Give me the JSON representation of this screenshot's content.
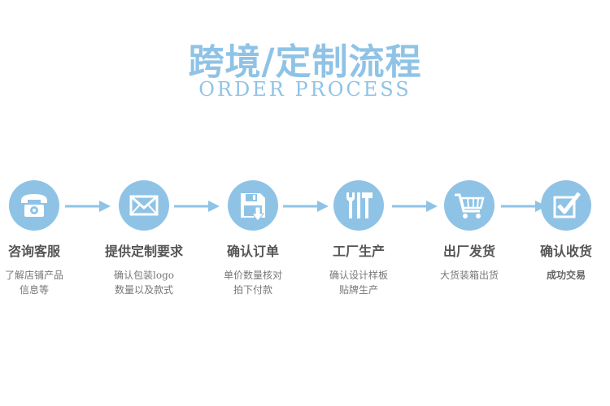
{
  "header": {
    "title": "跨境/定制流程",
    "subtitle": "ORDER PROCESS"
  },
  "steps": [
    {
      "icon": "telephone-icon",
      "label": "咨询客服",
      "desc1": "了解店铺产品",
      "desc2": "信息等"
    },
    {
      "icon": "envelope-icon",
      "label": "提供定制要求",
      "desc1": "确认包装logo",
      "desc2": "数量以及款式"
    },
    {
      "icon": "save-download-icon",
      "label": "确认订单",
      "desc1": "单价数量核对",
      "desc2": "拍下付款"
    },
    {
      "icon": "tools-icon",
      "label": "工厂生产",
      "desc1": "确认设计样板",
      "desc2": "贴牌生产"
    },
    {
      "icon": "shopping-cart-icon",
      "label": "出厂发货",
      "desc1": "大货装箱出货",
      "desc2": ""
    },
    {
      "icon": "checkbox-icon",
      "label": "确认收货",
      "desc1": "成功交易",
      "desc2": ""
    }
  ],
  "colors": {
    "accent": "#8fc3e6",
    "label": "#555555",
    "desc": "#777777"
  }
}
